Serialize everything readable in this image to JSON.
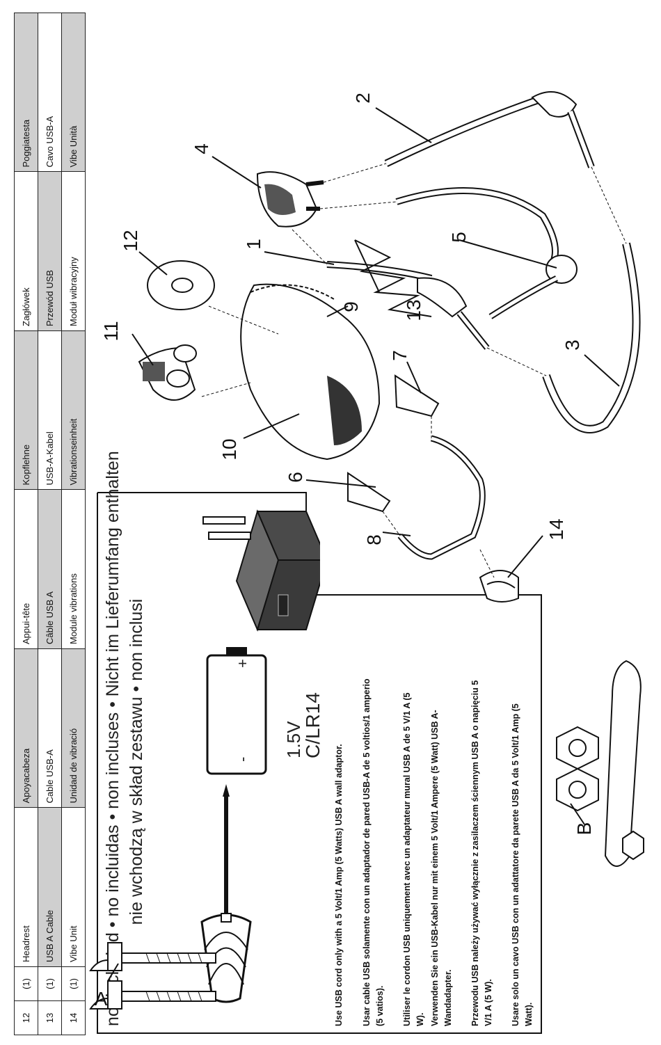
{
  "parts_table": {
    "rows": [
      {
        "num": "12",
        "qty": "(1)",
        "names": [
          "Headrest",
          "Apoyacabeza",
          "Appui-tête",
          "Kopflehne",
          "Zagłówek",
          "Poggiatesta"
        ]
      },
      {
        "num": "13",
        "qty": "(1)",
        "names": [
          "USB A Cable",
          "Cable USB-A",
          "Câble USB A",
          "USB-A-Kabel",
          "Przewód USB",
          "Cavo USB-A"
        ]
      },
      {
        "num": "14",
        "qty": "(1)",
        "names": [
          "Vibe Unit",
          "Unidad de vibració",
          "Module vibrations",
          "Vibrationseinheit",
          "Moduł wibracyjny",
          "Vibe Unità"
        ]
      }
    ]
  },
  "not_included": {
    "line1": "not included • no incluidas • non incluses • Nicht im Lieferumfang enthalten",
    "line2": "nie wchodzą w skład zestawu • non inclusi",
    "battery_voltage": "1.5V",
    "battery_type": "C/LR14",
    "battery_plus": "+",
    "battery_minus": "-"
  },
  "usb_notes": [
    "Use USB cord only with a 5 Volt/1 Amp (5 Watts) USB A wall adaptor.",
    "Usar cable USB solamente con un adaptador de pared USB-A de 5 voltios/1 amperio (5 vatios).",
    "Utiliser le cordon USB uniquement avec un adaptateur mural USB A de 5 V/1 A (5 W).",
    "Verwenden Sie ein USB-Kabel nur mit einem 5 Volt/1 Ampere (5 Watt) USB A-Wandadapter.",
    "Przewodu USB należy używać wyłącznie z zasilaczem ściennym USB A o napięciu 5 V/1 A (5 W).",
    "Usare solo un cavo USB con un adattatore da parete USB A da 5 Volt/1 Amp (5 Watt)."
  ],
  "callouts": {
    "c1": "1",
    "c2": "2",
    "c3": "3",
    "c4": "4",
    "c5": "5",
    "c6": "6",
    "c7": "7",
    "c8": "8",
    "c9": "9",
    "c10": "10",
    "c11": "11",
    "c12": "12",
    "c13": "13",
    "c14": "14",
    "cA": "A",
    "cB": "B"
  }
}
